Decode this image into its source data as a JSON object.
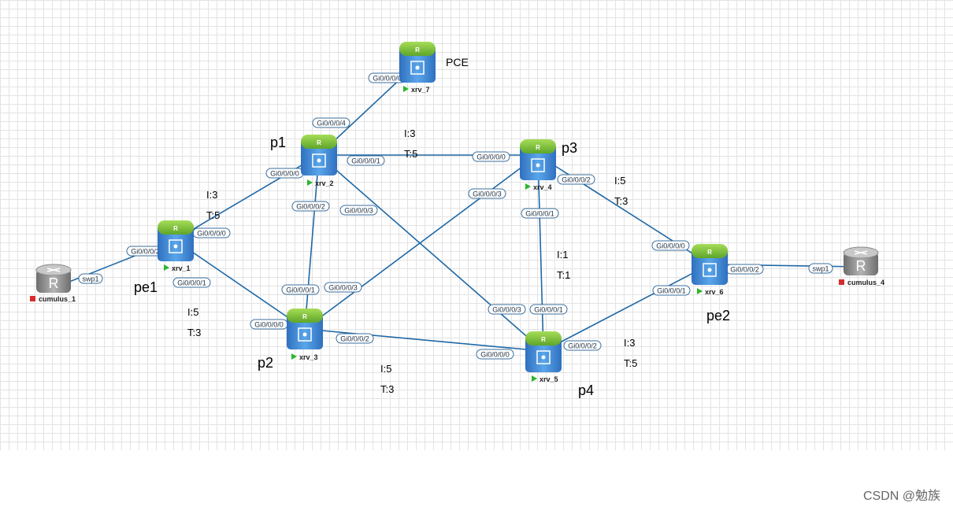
{
  "routers": [
    {
      "id": "xrv_1",
      "name": "xrv_1",
      "role": "pe1",
      "type": "xrv"
    },
    {
      "id": "xrv_2",
      "name": "xrv_2",
      "role": "p1",
      "type": "xrv"
    },
    {
      "id": "xrv_3",
      "name": "xrv_3",
      "role": "p2",
      "type": "xrv"
    },
    {
      "id": "xrv_4",
      "name": "xrv_4",
      "role": "p3",
      "type": "xrv"
    },
    {
      "id": "xrv_5",
      "name": "xrv_5",
      "role": "p4",
      "type": "xrv"
    },
    {
      "id": "xrv_6",
      "name": "xrv_6",
      "role": "pe2",
      "type": "xrv"
    },
    {
      "id": "xrv_7",
      "name": "xrv_7",
      "role": "PCE",
      "type": "xrv"
    },
    {
      "id": "cumulus_1",
      "name": "cumulus_1",
      "role": "",
      "type": "cumulus"
    },
    {
      "id": "cumulus_4",
      "name": "cumulus_4",
      "role": "",
      "type": "cumulus"
    }
  ],
  "links": [
    {
      "a": "cumulus_1",
      "a_port": "swp1",
      "b": "xrv_1",
      "b_port": "Gi0/0/0/2"
    },
    {
      "a": "xrv_1",
      "a_port": "Gi0/0/0/0",
      "b": "xrv_2",
      "b_port": "Gi0/0/0/0"
    },
    {
      "a": "xrv_1",
      "a_port": "Gi0/0/0/1",
      "b": "xrv_3",
      "b_port": "Gi0/0/0/0"
    },
    {
      "a": "xrv_2",
      "a_port": "Gi0/0/0/4",
      "b": "xrv_7",
      "b_port": "Gi0/0/0/0"
    },
    {
      "a": "xrv_2",
      "a_port": "Gi0/0/0/1",
      "b": "xrv_4",
      "b_port": "Gi0/0/0/0"
    },
    {
      "a": "xrv_2",
      "a_port": "Gi0/0/0/2",
      "b": "xrv_3",
      "b_port": "Gi0/0/0/1"
    },
    {
      "a": "xrv_2",
      "a_port": "Gi0/0/0/3",
      "b": "xrv_5",
      "b_port": "Gi0/0/0/3"
    },
    {
      "a": "xrv_4",
      "a_port": "Gi0/0/0/3",
      "b": "xrv_3",
      "b_port": "Gi0/0/0/3"
    },
    {
      "a": "xrv_4",
      "a_port": "Gi0/0/0/1",
      "b": "xrv_5",
      "b_port": "Gi0/0/0/1"
    },
    {
      "a": "xrv_4",
      "a_port": "Gi0/0/0/2",
      "b": "xrv_6",
      "b_port": "Gi0/0/0/0"
    },
    {
      "a": "xrv_3",
      "a_port": "Gi0/0/0/2",
      "b": "xrv_5",
      "b_port": "Gi0/0/0/0"
    },
    {
      "a": "xrv_5",
      "a_port": "Gi0/0/0/2",
      "b": "xrv_6",
      "b_port": "Gi0/0/0/1"
    },
    {
      "a": "xrv_6",
      "a_port": "Gi0/0/0/2",
      "b": "cumulus_4",
      "b_port": "swp1"
    }
  ],
  "metrics": [
    {
      "id": "p1-p3",
      "lines": [
        "I:3",
        "T:5"
      ]
    },
    {
      "id": "pe1-p1",
      "lines": [
        "I:3",
        "T:5"
      ]
    },
    {
      "id": "pe1-p2",
      "lines": [
        "I:5",
        "T:3"
      ]
    },
    {
      "id": "p2-p4",
      "lines": [
        "I:5",
        "T:3"
      ]
    },
    {
      "id": "p3-pe2",
      "lines": [
        "I:5",
        "T:3"
      ]
    },
    {
      "id": "p3-p4",
      "lines": [
        "I:1",
        "T:1"
      ]
    },
    {
      "id": "p4-pe2",
      "lines": [
        "I:3",
        "T:5"
      ]
    }
  ],
  "watermark": "CSDN @勉族",
  "colors": {
    "link": "#1f68a6",
    "router_body": "#3f8ad4",
    "router_top": "#7cc23a",
    "cumulus": "#8a8a8a",
    "running": "#2db52d",
    "stopped": "#d62b2b"
  }
}
